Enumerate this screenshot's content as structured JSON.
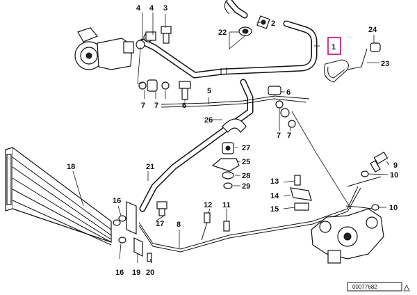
{
  "diagram": {
    "highlighted_part": "1",
    "reference_number": "00077682",
    "callouts": [
      {
        "id": "c1",
        "text": "1"
      },
      {
        "id": "c2",
        "text": "2"
      },
      {
        "id": "c3",
        "text": "3"
      },
      {
        "id": "c4a",
        "text": "4"
      },
      {
        "id": "c4b",
        "text": "4"
      },
      {
        "id": "c5",
        "text": "5"
      },
      {
        "id": "c6a",
        "text": "6"
      },
      {
        "id": "c6b",
        "text": "6"
      },
      {
        "id": "c7a",
        "text": "7"
      },
      {
        "id": "c7b",
        "text": "7"
      },
      {
        "id": "c7c",
        "text": "7"
      },
      {
        "id": "c7d",
        "text": "7"
      },
      {
        "id": "c8",
        "text": "8"
      },
      {
        "id": "c9",
        "text": "9"
      },
      {
        "id": "c10a",
        "text": "10"
      },
      {
        "id": "c10b",
        "text": "10"
      },
      {
        "id": "c11",
        "text": "11"
      },
      {
        "id": "c12",
        "text": "12"
      },
      {
        "id": "c13",
        "text": "13"
      },
      {
        "id": "c14",
        "text": "14"
      },
      {
        "id": "c15",
        "text": "15"
      },
      {
        "id": "c16a",
        "text": "16"
      },
      {
        "id": "c16b",
        "text": "16"
      },
      {
        "id": "c17",
        "text": "17"
      },
      {
        "id": "c18",
        "text": "18"
      },
      {
        "id": "c19",
        "text": "19"
      },
      {
        "id": "c20",
        "text": "20"
      },
      {
        "id": "c21",
        "text": "21"
      },
      {
        "id": "c22",
        "text": "22"
      },
      {
        "id": "c23",
        "text": "23"
      },
      {
        "id": "c24",
        "text": "24"
      },
      {
        "id": "c25",
        "text": "25"
      },
      {
        "id": "c26",
        "text": "26"
      },
      {
        "id": "c27",
        "text": "27"
      },
      {
        "id": "c28",
        "text": "28"
      },
      {
        "id": "c29",
        "text": "29"
      }
    ]
  }
}
